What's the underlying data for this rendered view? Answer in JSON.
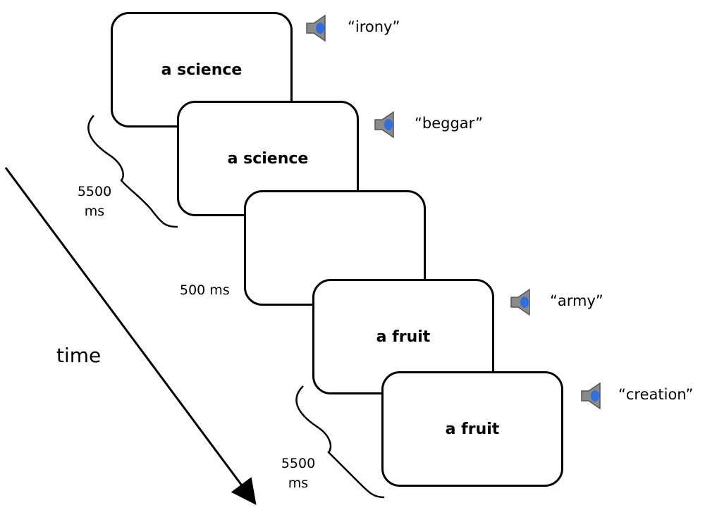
{
  "time_label": "time",
  "trials": [
    {
      "frame_text": "a science",
      "audio_word": "“irony”",
      "speaker_icon": "speaker-icon"
    },
    {
      "frame_text": "a science",
      "audio_word": "“beggar”",
      "speaker_icon": "speaker-icon"
    },
    {
      "frame_text": "",
      "audio_word": "",
      "speaker_icon": ""
    },
    {
      "frame_text": "a fruit",
      "audio_word": "“army”",
      "speaker_icon": "speaker-icon"
    },
    {
      "frame_text": "a fruit",
      "audio_word": "“creation”",
      "speaker_icon": "speaker-icon"
    }
  ],
  "durations": {
    "trial_1": {
      "value": "5500",
      "unit": "ms"
    },
    "blank": "500 ms",
    "trial_2": {
      "value": "5500",
      "unit": "ms"
    }
  },
  "colors": {
    "line": "#000000",
    "speaker_body": "#8a8a8a",
    "speaker_dot": "#2f6fe0"
  }
}
